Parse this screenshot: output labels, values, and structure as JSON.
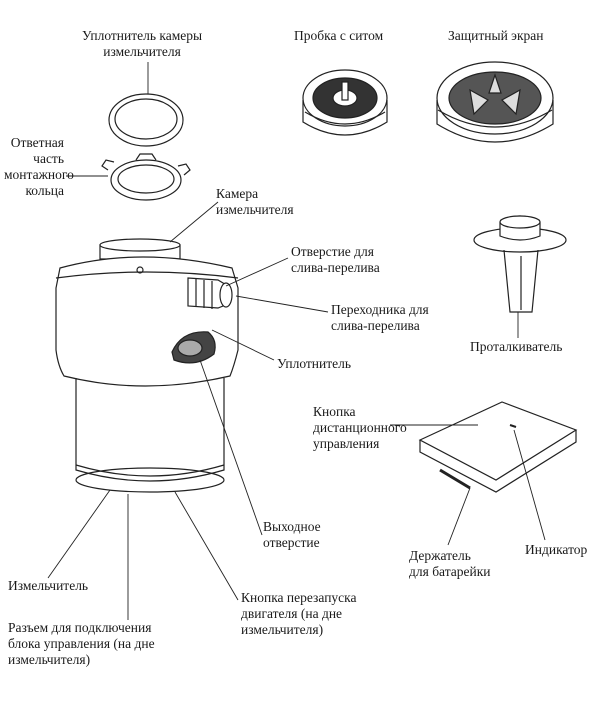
{
  "labels": {
    "grinder_chamber_seal": [
      "Уплотнитель камеры",
      "измельчителя"
    ],
    "sink_stopper": [
      "Пробка с ситом"
    ],
    "splash_guard": [
      "Защитный экран"
    ],
    "mounting_ring_counterpart": [
      "Ответная",
      "часть",
      "монтажного",
      "кольца"
    ],
    "grinder_chamber": [
      "Камера",
      "измельчителя"
    ],
    "overflow_hole": [
      "Отверстие для",
      "слива-перелива"
    ],
    "overflow_adapter": [
      "Переходника для",
      "слива-перелива"
    ],
    "pusher": [
      "Проталкиватель"
    ],
    "seal": [
      "Уплотнитель"
    ],
    "remote_button": [
      "Кнопка",
      "дистанционного",
      "управления"
    ],
    "outlet": [
      "Выходное",
      "отверстие"
    ],
    "battery_holder": [
      "Держатель",
      "для батарейки"
    ],
    "indicator": [
      "Индикатор"
    ],
    "grinder": [
      "Измельчитель"
    ],
    "reset_button": [
      "Кнопка перезапуска",
      "двигателя (на дне",
      "измельчителя)"
    ],
    "control_connector": [
      "Разъем для подключения",
      "блока управления (на дне",
      "измельчителя)"
    ]
  }
}
